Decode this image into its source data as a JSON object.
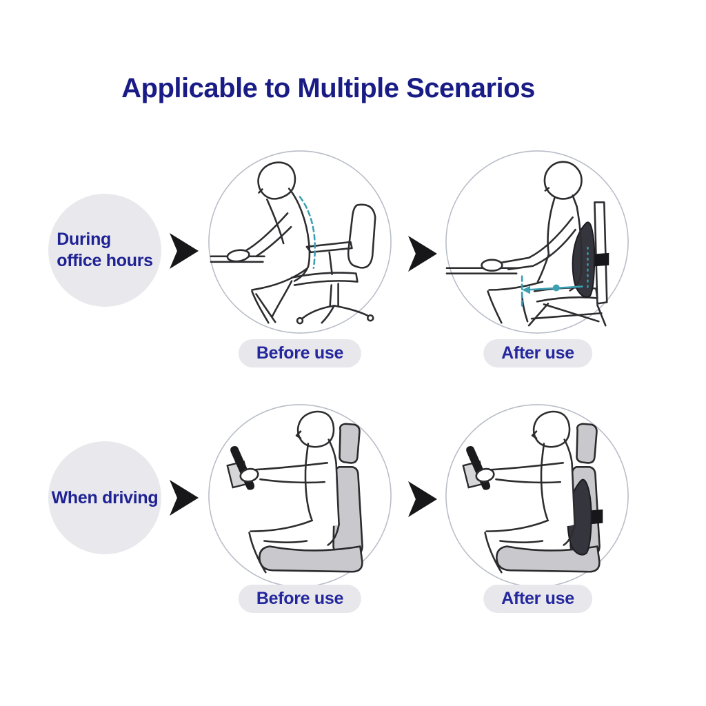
{
  "title": {
    "text": "Applicable to Multiple Scenarios",
    "color": "#1a1c86"
  },
  "colors": {
    "title_navy": "#1a1c86",
    "label_navy": "#1f2293",
    "badge_text_navy": "#24279d",
    "bubble_gray": "#e9e9ed",
    "badge_gray": "#e8e8ec",
    "drawing_line": "#2d2d30",
    "circle_border": "#b9bdc7",
    "car_seat_gray": "#c9c9cd",
    "cushion_dark": "#34353d",
    "teal_accent": "#3aa0b2",
    "arrow_black": "#17171a"
  },
  "icons": {
    "flow_arrow": "arrowhead-right"
  },
  "rows": [
    {
      "scenario_lines": [
        "During",
        "office hours"
      ],
      "cells": [
        {
          "badge": "Before use",
          "alt": "person slouching over a desk on an office chair, dashed curve showing bent spine"
        },
        {
          "badge": "After use",
          "alt": "person sitting upright at a desk with dark lumbar support cushion on chair back"
        }
      ]
    },
    {
      "scenario_lines": [
        "When driving"
      ],
      "cells": [
        {
          "badge": "Before use",
          "alt": "person driving in a car seat without lumbar support"
        },
        {
          "badge": "After use",
          "alt": "person driving in a car seat with dark lumbar support cushion"
        }
      ]
    }
  ]
}
